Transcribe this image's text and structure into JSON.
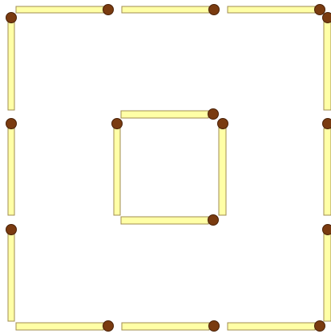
{
  "puzzle": {
    "outer_square_side_matches": 3,
    "inner_square_side_matches": 1,
    "total_matches": 16
  },
  "colors": {
    "background": "#ffffff",
    "match_body": "#ffffa6",
    "match_outline": "#a08c50",
    "match_head": "#7a3b10",
    "match_head_outline": "#4a2208"
  },
  "matches": [
    {
      "id": "outer-top-1",
      "orientation": "horizontal",
      "head": "end"
    },
    {
      "id": "outer-top-2",
      "orientation": "horizontal",
      "head": "end"
    },
    {
      "id": "outer-top-3",
      "orientation": "horizontal",
      "head": "end"
    },
    {
      "id": "outer-left-1",
      "orientation": "vertical",
      "head": "start"
    },
    {
      "id": "outer-left-2",
      "orientation": "vertical",
      "head": "start"
    },
    {
      "id": "outer-left-3",
      "orientation": "vertical",
      "head": "start"
    },
    {
      "id": "outer-right-1",
      "orientation": "vertical",
      "head": "start"
    },
    {
      "id": "outer-right-2",
      "orientation": "vertical",
      "head": "start"
    },
    {
      "id": "outer-right-3",
      "orientation": "vertical",
      "head": "start"
    },
    {
      "id": "outer-bottom-1",
      "orientation": "horizontal",
      "head": "end"
    },
    {
      "id": "outer-bottom-2",
      "orientation": "horizontal",
      "head": "end"
    },
    {
      "id": "outer-bottom-3",
      "orientation": "horizontal",
      "head": "end"
    },
    {
      "id": "inner-top",
      "orientation": "horizontal",
      "head": "end"
    },
    {
      "id": "inner-left",
      "orientation": "vertical",
      "head": "start"
    },
    {
      "id": "inner-right",
      "orientation": "vertical",
      "head": "start"
    },
    {
      "id": "inner-bottom",
      "orientation": "horizontal",
      "head": "end"
    }
  ]
}
